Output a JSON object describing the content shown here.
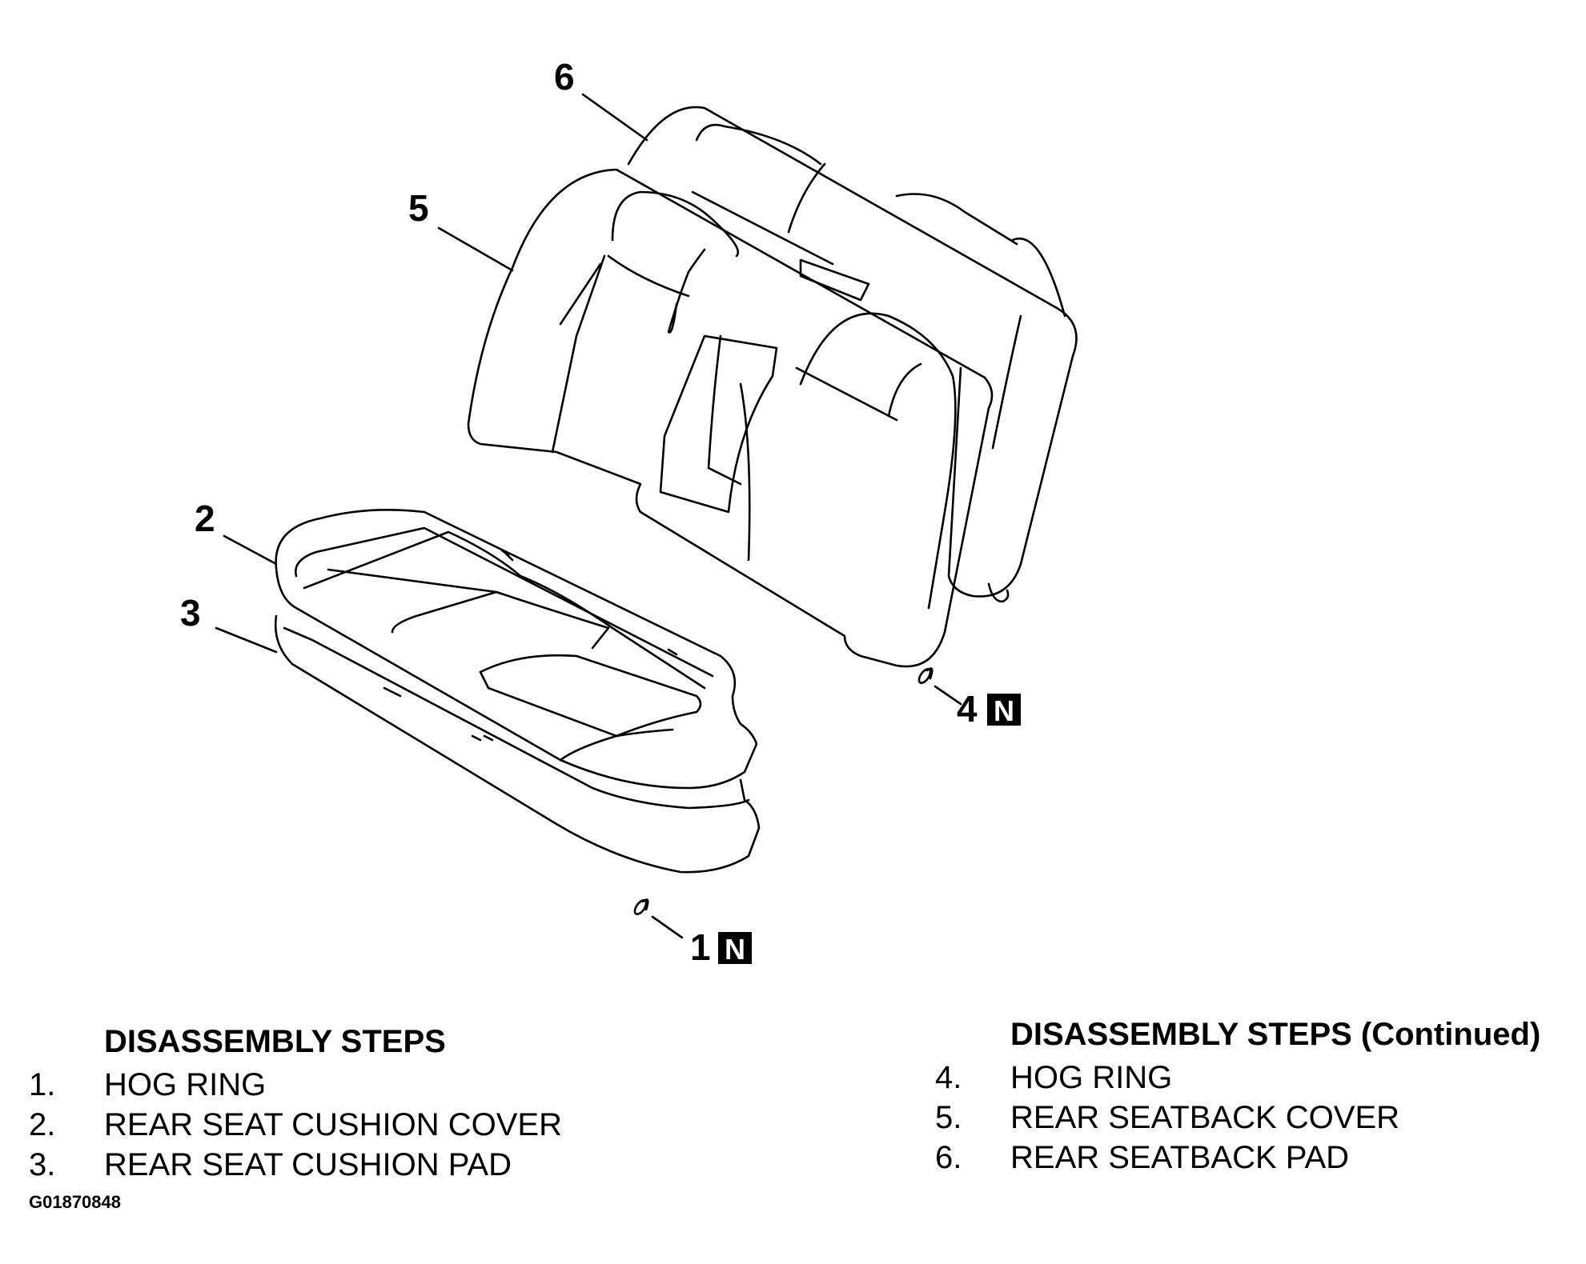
{
  "callouts": {
    "c1": "1",
    "c2": "2",
    "c3": "3",
    "c4": "4",
    "c5": "5",
    "c6": "6",
    "new_part_tag": "N"
  },
  "steps_left": {
    "heading": "DISASSEMBLY STEPS",
    "items": [
      {
        "num": "1.",
        "label": "HOG RING"
      },
      {
        "num": "2.",
        "label": "REAR SEAT CUSHION COVER"
      },
      {
        "num": "3.",
        "label": "REAR SEAT CUSHION PAD"
      }
    ]
  },
  "steps_right": {
    "heading": "DISASSEMBLY STEPS (Continued)",
    "items": [
      {
        "num": "4.",
        "label": "HOG RING"
      },
      {
        "num": "5.",
        "label": "REAR SEATBACK COVER"
      },
      {
        "num": "6.",
        "label": "REAR SEATBACK PAD"
      }
    ]
  },
  "figure_id": "G01870848"
}
